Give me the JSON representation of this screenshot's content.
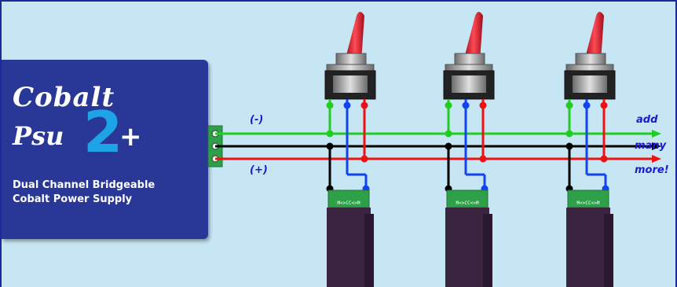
{
  "psu": {
    "brand_line1": "Cobalt",
    "brand_line2": "Psu",
    "brand_two": "2",
    "brand_plus": "+",
    "tagline1": "Dual Channel Bridgeable",
    "tagline2": "Cobalt Power Supply"
  },
  "labels": {
    "negative": "(-)",
    "positive": "(+)",
    "add": "add",
    "many": "many",
    "more": "more!"
  },
  "connector_text": "M<>CC<>M",
  "colors": {
    "background": "#c6e6f4",
    "psu_body": "#293896",
    "brand_accent": "#1ea3e6",
    "wire_negative": "#22cc22",
    "wire_common": "#000000",
    "wire_positive": "#ee1111",
    "wire_blue": "#1144ee",
    "toggle_lever": "#dd1a2a",
    "motor_body": "#3b2440",
    "connector_green": "#2fa04a",
    "label_text": "#1a1ad0"
  },
  "icons": [
    "toggle-switch-icon",
    "point-motor-icon",
    "terminal-block-icon"
  ]
}
